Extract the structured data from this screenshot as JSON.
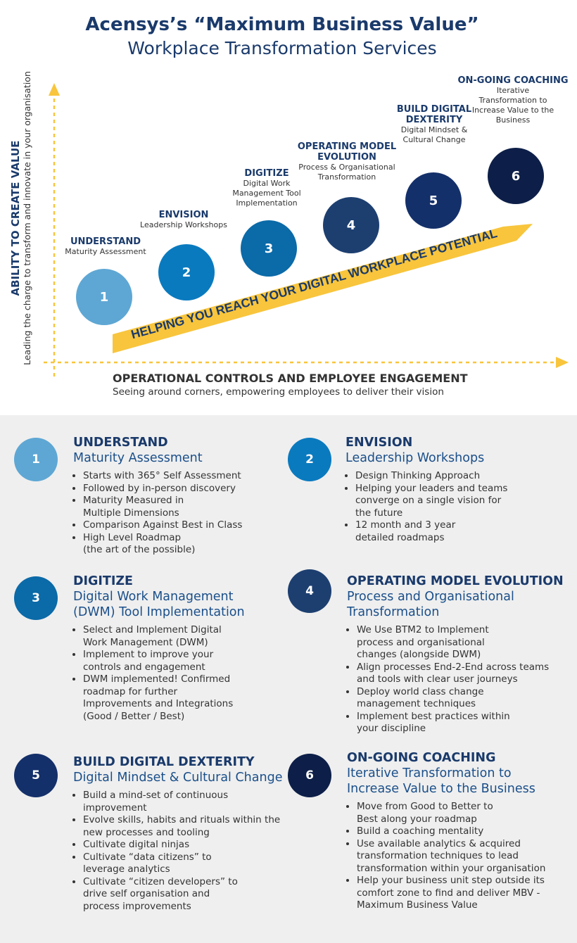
{
  "header": {
    "title": "Acensys’s “Maximum Business Value”",
    "subtitle": "Workplace Transformation Services"
  },
  "diagram": {
    "y_title": "ABILITY TO CREATE VALUE",
    "y_subtitle": "Leading the charge to transform and innovate in your organisation",
    "x_title": "OPERATIONAL CONTROLS AND EMPLOYEE ENGAGEMENT",
    "x_subtitle": "Seeing around corners, empowering employees to deliver their vision",
    "arrow_text": "HELPING YOU REACH YOUR DIGITAL WORKPLACE POTENTIAL",
    "steps": [
      {
        "number": "1",
        "title": "UNDERSTAND",
        "subtitle": "Maturity Assessment"
      },
      {
        "number": "2",
        "title": "ENVISION",
        "subtitle": "Leadership Workshops"
      },
      {
        "number": "3",
        "title": "DIGITIZE",
        "subtitle": "Digital Work Management Tool Implementation"
      },
      {
        "number": "4",
        "title": "OPERATING MODEL EVOLUTION",
        "subtitle": "Process & Organisational Transformation"
      },
      {
        "number": "5",
        "title": "BUILD DIGITAL DEXTERITY",
        "subtitle": "Digital Mindset & Cultural Change"
      },
      {
        "number": "6",
        "title": "ON-GOING COACHING",
        "subtitle": "Iterative Transformation to Increase Value to the Business"
      }
    ],
    "colors": {
      "step1": "#5ea7d4",
      "step2": "#0a7abf",
      "step3": "#0b6aa8",
      "step4": "#1d3f70",
      "step5": "#14306a",
      "step6": "#0d1f48",
      "arrow": "#f8c53c",
      "axis": "#f8c53c",
      "navy": "#1a3a6b"
    }
  },
  "details": [
    {
      "number": "1",
      "title": "UNDERSTAND",
      "subtitle": "Maturity Assessment",
      "bullets": [
        "Starts with 365° Self Assessment",
        "Followed by in-person discovery",
        "Maturity Measured in Multiple Dimensions",
        "Comparison Against Best in Class",
        "High Level Roadmap (the art of the possible)"
      ]
    },
    {
      "number": "2",
      "title": "ENVISION",
      "subtitle": "Leadership Workshops",
      "bullets": [
        "Design Thinking Approach",
        "Helping your leaders and teams converge on a single vision for the future",
        "12 month and 3 year detailed roadmaps"
      ]
    },
    {
      "number": "3",
      "title": "DIGITIZE",
      "subtitle": "Digital Work Management (DWM) Tool Implementation",
      "bullets": [
        "Select and Implement Digital Work Management (DWM)",
        "Implement to improve your controls and engagement",
        "DWM implemented! Confirmed roadmap for further Improvements and Integrations (Good / Better / Best)"
      ]
    },
    {
      "number": "4",
      "title": "OPERATING MODEL EVOLUTION",
      "subtitle": "Process and Organisational Transformation",
      "bullets": [
        "We Use BTM2 to Implement process and organisational changes (alongside DWM)",
        "Align processes End-2-End across teams and tools with clear user journeys",
        "Deploy world class change management techniques",
        "Implement best practices within your discipline"
      ]
    },
    {
      "number": "5",
      "title": "BUILD DIGITAL DEXTERITY",
      "subtitle": "Digital Mindset & Cultural Change",
      "bullets": [
        "Build a mind-set of continuous improvement",
        "Evolve skills, habits and rituals within the new processes and tooling",
        "Cultivate digital ninjas",
        "Cultivate “data citizens” to leverage analytics",
        "Cultivate “citizen developers” to drive self organisation and process improvements"
      ]
    },
    {
      "number": "6",
      "title": "ON-GOING COACHING",
      "subtitle": "Iterative Transformation to Increase Value to the Business",
      "bullets": [
        "Move from Good to Better to Best along your roadmap",
        "Build a coaching mentality",
        "Use available analytics & acquired transformation techniques to lead transformation within your organisation",
        "Help your business unit step outside its comfort zone to find and deliver MBV - Maximum Business Value"
      ]
    }
  ]
}
